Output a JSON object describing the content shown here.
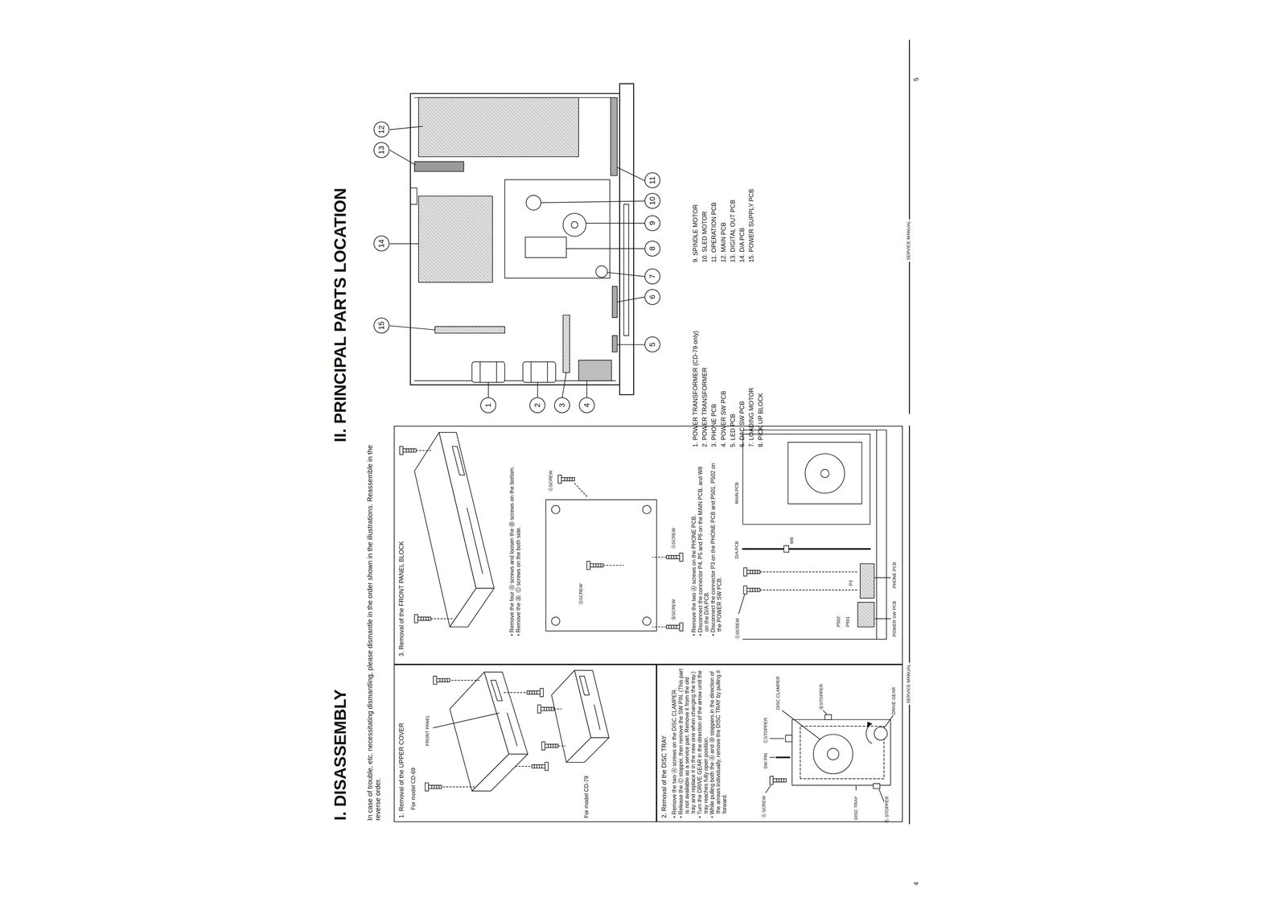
{
  "diagram": {
    "nodes": [
      {
        "text": [
          "1. Removal of the UPPER COVER",
          "For model CD-69",
          "For model CD-79"
        ]
      },
      {
        "text": [
          "2. Removal of the DISC TRAY",
          "• Remove the two Ⓐ screws on the DISC CLAMPER.",
          "• Release the Ⓒ stopper, then remove the SW PIN. (This part is not available as a service part. Remove it from the old tray and replace it in the new one when changing the tray.)",
          "• Turn the DRIVE GEAR in the direction of the arrow until the tray reaches fully open position.",
          "• While pulling both the Ⓐ and Ⓑ stoppers in the direction of the arrows individually, remove the DISC TRAY by pulling it forward."
        ]
      },
      {
        "text": [
          "3. Removal of the FRONT PANEL BLOCK",
          "• Remove the four Ⓐ screws and loosen the Ⓑ screws on the bottom.",
          "• Remove the Ⓑ, Ⓒ screws on the both side.",
          "• Remove the two Ⓐ screws on the PHONE PCB.",
          "• Disconnect the connector P4, P5 and P6 on the MAIN PCB, and W8 on the D/A PCB.",
          "• Disconnect the connector P3 on the PHONE PCB and P501, P502 on the POWER SW PCB."
        ]
      },
      {
        "text": [
          "1"
        ]
      },
      {
        "text": [
          "2"
        ]
      },
      {
        "text": [
          "3"
        ]
      },
      {
        "text": [
          "4"
        ]
      },
      {
        "text": [
          "5"
        ]
      },
      {
        "text": [
          "6"
        ]
      },
      {
        "text": [
          "7"
        ]
      },
      {
        "text": [
          "8"
        ]
      },
      {
        "text": [
          "9"
        ]
      },
      {
        "text": [
          "10"
        ]
      },
      {
        "text": [
          "11"
        ]
      },
      {
        "text": [
          "12"
        ]
      },
      {
        "text": [
          "13"
        ]
      },
      {
        "text": [
          "14"
        ]
      },
      {
        "text": [
          "15"
        ]
      }
    ],
    "labels": [
      "I. DISASSEMBLY",
      "In case of trouble, etc. necessitating dismantling, please dismantle in the order shown in the illustrations. Reassemble in the reverse order.",
      "FRONT PANEL",
      "Ⓐ SCREW",
      "SW PIN",
      "ⒸSTOPPER",
      "DISC CLAMPER",
      "ⒷSTOPPER",
      "DISC TRAY",
      "Ⓐ STOPPER",
      "DRIVE GEAR",
      "ⒹSCREW",
      "ⒸSCREW",
      "ⒷSCREW",
      "ⒶSCREW",
      "ⒶSCREW",
      "D/A PCB",
      "MAIN PCB",
      "W8",
      "P3",
      "P501",
      "P502",
      "POWER SW PCB",
      "PHONE PCB",
      "SERVICE MANUAL",
      "4",
      "II. PRINCIPAL PARTS LOCATION",
      "1. POWER TRANSFORMER (CD-79 only)",
      "2. POWER TRANSFORMER",
      "3. PHONE PCB",
      "4. POWER SW PCB",
      "5. LED PCB",
      "6. DAC SW PCB",
      "7. LOADING MOTOR",
      "8. PICK UP BLOCK",
      "9. SPINDLE MOTOR",
      "10. SLED MOTOR",
      "11. OPERATION PCB",
      "12. MAIN PCB",
      "13. DIGITAL OUT PCB",
      "14. D/A PCB",
      "15. POWER SUPPLY PCB",
      "SERVICE MANUAL",
      "5"
    ]
  }
}
